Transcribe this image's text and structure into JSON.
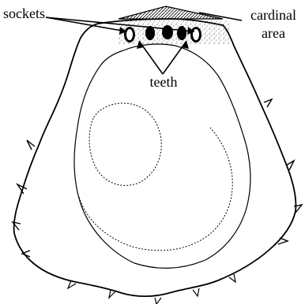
{
  "labels": {
    "sockets": "sockets",
    "teeth": "teeth",
    "cardinal_line1": "cardinal",
    "cardinal_line2": "area"
  },
  "colors": {
    "ink": "#000000",
    "background": "#ffffff"
  }
}
